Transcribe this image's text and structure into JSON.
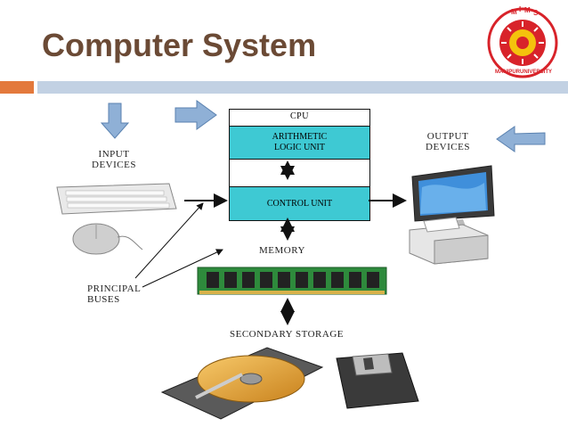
{
  "slide": {
    "title": "Computer System"
  },
  "diagram": {
    "cpu": "CPU",
    "alu_line1": "ARITHMETIC",
    "alu_line2": "LOGIC UNIT",
    "control_unit": "CONTROL UNIT",
    "input_line1": "INPUT",
    "input_line2": "DEVICES",
    "output_line1": "OUTPUT",
    "output_line2": "DEVICES",
    "memory": "MEMORY",
    "principal_line1": "PRINCIPAL",
    "principal_line2": "BUSES",
    "secondary_storage": "SECONDARY STORAGE"
  },
  "logo": {
    "text": "MIMS MANIPUR UNIVERSITY",
    "colors": {
      "red": "#d8232a",
      "yellow": "#f4c20d"
    }
  },
  "colors": {
    "title": "#6b4a35",
    "accent_orange": "#e3793c",
    "accent_blue": "#c2d1e3",
    "cpu_fill": "#3ec9d3",
    "arrow_blue": "#8fb0d6"
  }
}
